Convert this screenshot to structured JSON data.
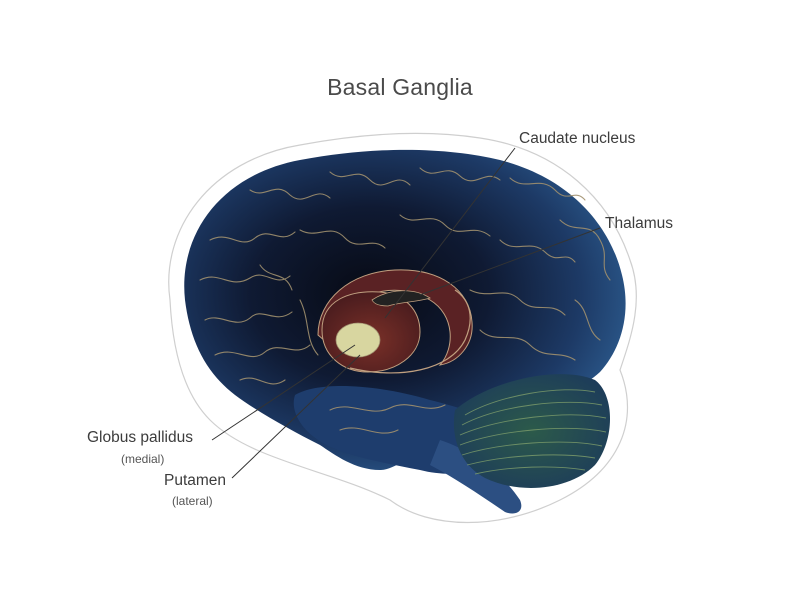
{
  "title": "Basal Ganglia",
  "labels": {
    "caudate": "Caudate nucleus",
    "thalamus": "Thalamus",
    "globus": "Globus pallidus",
    "globus_sub": "(medial)",
    "putamen": "Putamen",
    "putamen_sub": "(lateral)"
  },
  "colors": {
    "brain_dark": "#0b1020",
    "brain_mid": "#1c3560",
    "brain_light": "#2c5a8f",
    "gyri_lines": "#9c8a6a",
    "cerebellum": "#3d6a52",
    "basal_ganglia": "#6b2a26",
    "globus_pallidus": "#d8d6a0",
    "leader_line": "#333333"
  }
}
